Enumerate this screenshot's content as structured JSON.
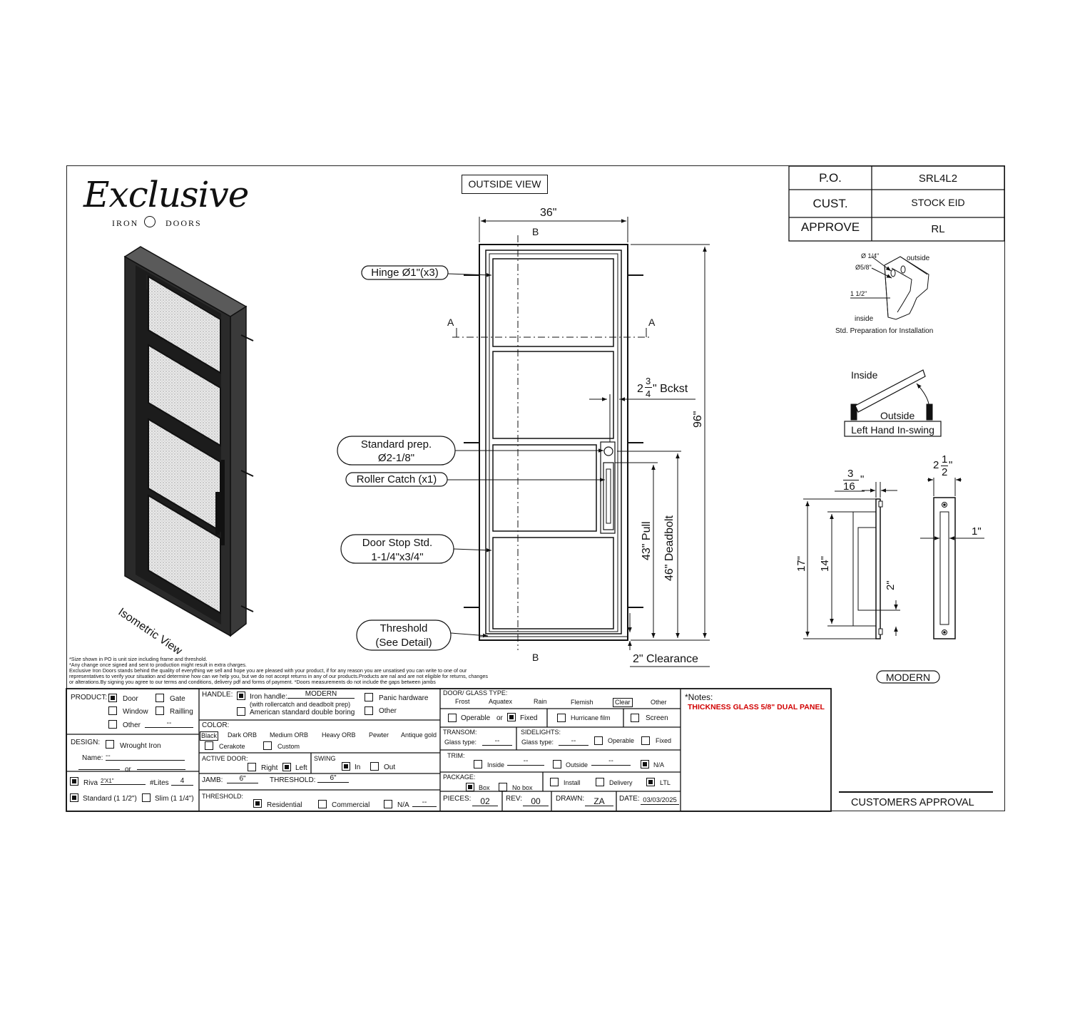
{
  "brand": {
    "script": "Exclusive",
    "sub_left": "IRON",
    "sub_right": "DOORS"
  },
  "title_block": {
    "rows": [
      {
        "label": "P.O.",
        "value": "SRL4L2"
      },
      {
        "label": "CUST.",
        "value": "STOCK EID"
      },
      {
        "label": "APPROVE",
        "value": "RL"
      }
    ]
  },
  "views": {
    "outside": "OUTSIDE VIEW",
    "isometric": "Isometric View",
    "handle_style": "MODERN"
  },
  "callouts": {
    "hinge": "Hinge Ø1\"(x3)",
    "standard_prep_1": "Standard prep.",
    "standard_prep_2": "Ø2-1/8\"",
    "roller_catch": "Roller Catch (x1)",
    "door_stop_1": "Door Stop Std.",
    "door_stop_2": "1-1/4\"x3/4\"",
    "threshold_1": "Threshold",
    "threshold_2": "(See Detail)"
  },
  "dims": {
    "width": "36\"",
    "height": "96\"",
    "backset_whole": "2",
    "backset_num": "3",
    "backset_den": "4",
    "backset_suffix": "\" Bckst",
    "pull": "43\" Pull",
    "deadbolt": "46\" Deadbolt",
    "clearance": "2\" Clearance",
    "section_a": "A",
    "section_b": "B"
  },
  "prep_detail": {
    "d1": "Ø 1/4\"",
    "d2": "Ø5/8\"",
    "outside": "outside",
    "depth": "1 1/2\"",
    "inside": "inside",
    "caption": "Std. Preparation for Installation"
  },
  "swing_detail": {
    "inside": "Inside",
    "outside": "Outside",
    "caption": "Left Hand In-swing"
  },
  "handle_detail": {
    "t_num": "3",
    "t_den": "16",
    "t_suffix": "\"",
    "w_whole": "2",
    "w_num": "1",
    "w_den": "2",
    "w_suffix": "\"",
    "overall": "17\"",
    "center": "14\"",
    "offset": "2\"",
    "bar": "1\""
  },
  "fine_print": [
    "*Size shown in PO is unit size including frame and threshold.",
    "*Any change once signed and sent to production might result in extra charges.",
    "Exclusive Iron Doors stands behind the quality of everything we sell and hope you are pleased with your product, if for any reason you are unsatised you can write to one of our",
    "representatives to verify your situation and determine how can we help you, but we do not accept returns in any of our products.Products are nal and are not eligible for returns, changes",
    "or alterations.By signing you agree to our terms and conditions, delivery pdf and forms of payment. *Doors measurements do not include the gaps between jambs"
  ],
  "form": {
    "product": {
      "label": "PRODUCT:",
      "door": "Door",
      "gate": "Gate",
      "window": "Window",
      "railing": "Railling",
      "other": "Other",
      "other_value": "--"
    },
    "design": {
      "label": "DESIGN:",
      "wrought": "Wrought Iron",
      "name_label": "Name:",
      "name_value": "--",
      "or": "or"
    },
    "riva": {
      "label": "Riva",
      "size": "2'X1\"",
      "lites_label": "#Lites",
      "lites": "4"
    },
    "profile": {
      "standard": "Standard (1 1/2\")",
      "slim": "Slim (1 1/4\")"
    },
    "handle": {
      "label": "HANDLE:",
      "iron": "Iron handle:",
      "iron_value": "MODERN",
      "iron_note": "(with rollercatch and deadbolt prep)",
      "panic": "Panic hardware",
      "american": "American standard double boring",
      "other": "Other"
    },
    "color": {
      "label": "COLOR:",
      "options": [
        "Black",
        "Dark ORB",
        "Medium ORB",
        "Heavy ORB",
        "Pewter",
        "Antique gold"
      ],
      "cerakote": "Cerakote",
      "custom": "Custom"
    },
    "active_door": {
      "label": "ACTIVE DOOR:",
      "right": "Right",
      "left": "Left"
    },
    "swing": {
      "label": "SWING",
      "in": "In",
      "out": "Out"
    },
    "jamb": {
      "label": "JAMB:",
      "value": "6\"",
      "threshold_label": "THRESHOLD:",
      "threshold_value": "6\""
    },
    "threshold": {
      "label": "THRESHOLD:",
      "residential": "Residential",
      "commercial": "Commercial",
      "na": "N/A",
      "na_value": "--"
    },
    "glass": {
      "label": "DOOR/ GLASS TYPE:",
      "options": [
        "Frost",
        "Aquatex",
        "Rain",
        "Flemish",
        "Clear",
        "Other"
      ],
      "operable": "Operable",
      "or": "or",
      "fixed": "Fixed",
      "hurricane": "Hurricane film",
      "screen": "Screen"
    },
    "transom": {
      "label": "TRANSOM:",
      "glass_type": "Glass type:",
      "value": "--"
    },
    "sidelights": {
      "label": "SIDELIGHTS:",
      "glass_type": "Glass type:",
      "value": "--",
      "operable": "Operable",
      "fixed": "Fixed"
    },
    "trim": {
      "label": "TRIM:",
      "inside": "Inside",
      "inside_value": "--",
      "outside": "Outside",
      "outside_value": "--",
      "na": "N/A"
    },
    "package": {
      "label": "PACKAGE:",
      "box": "Box",
      "no_box": "No box",
      "install": "Install",
      "delivery": "Delivery",
      "ltl": "LTL"
    },
    "meta": {
      "pieces_label": "PIECES:",
      "pieces": "02",
      "rev_label": "REV:",
      "rev": "00",
      "drawn_label": "DRAWN:",
      "drawn": "ZA",
      "date_label": "DATE:",
      "date": "03/03/2025"
    },
    "notes": {
      "label": "*Notes:",
      "text": "THICKNESS GLASS 5/8\" DUAL PANEL"
    },
    "approval": "CUSTOMERS APPROVAL"
  }
}
